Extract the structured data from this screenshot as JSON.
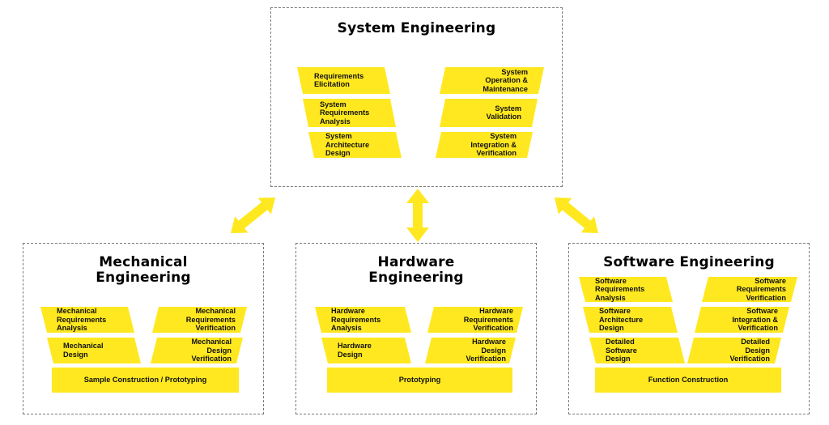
{
  "colors": {
    "fill": "#FFE81F",
    "text": "#111111",
    "border": "#7a7a7a"
  },
  "system": {
    "title": "System Engineering",
    "left": [
      "Requirements\nElicitation",
      "System\nRequirements\nAnalysis",
      "System\nArchitecture\nDesign"
    ],
    "right": [
      "System\nOperation &\nMaintenance",
      "System\nValidation",
      "System\nIntegration &\nVerification"
    ]
  },
  "mechanical": {
    "title": "Mechanical\nEngineering",
    "left": [
      "Mechanical\nRequirements\nAnalysis",
      "Mechanical\nDesign"
    ],
    "right": [
      "Mechanical\nRequirements\nVerification",
      "Mechanical\nDesign\nVerification"
    ],
    "bar": "Sample Construction / Prototyping"
  },
  "hardware": {
    "title": "Hardware\nEngineering",
    "left": [
      "Hardware\nRequirements\nAnalysis",
      "Hardware\nDesign"
    ],
    "right": [
      "Hardware\nRequirements\nVerification",
      "Hardware\nDesign\nVerification"
    ],
    "bar": "Prototyping"
  },
  "software": {
    "title": "Software Engineering",
    "left": [
      "Software\nRequirements\nAnalysis",
      "Software\nArchitecture\nDesign",
      "Detailed\nSoftware\nDesign"
    ],
    "right": [
      "Software\nRequirements\nVerification",
      "Software\nIntegration &\nVerification",
      "Detailed\nDesign\nVerification"
    ],
    "bar": "Function Construction"
  },
  "connectors": [
    {
      "from": "system",
      "to": "mechanical",
      "type": "bidirectional-arrow"
    },
    {
      "from": "system",
      "to": "hardware",
      "type": "bidirectional-arrow"
    },
    {
      "from": "system",
      "to": "software",
      "type": "bidirectional-arrow"
    }
  ]
}
